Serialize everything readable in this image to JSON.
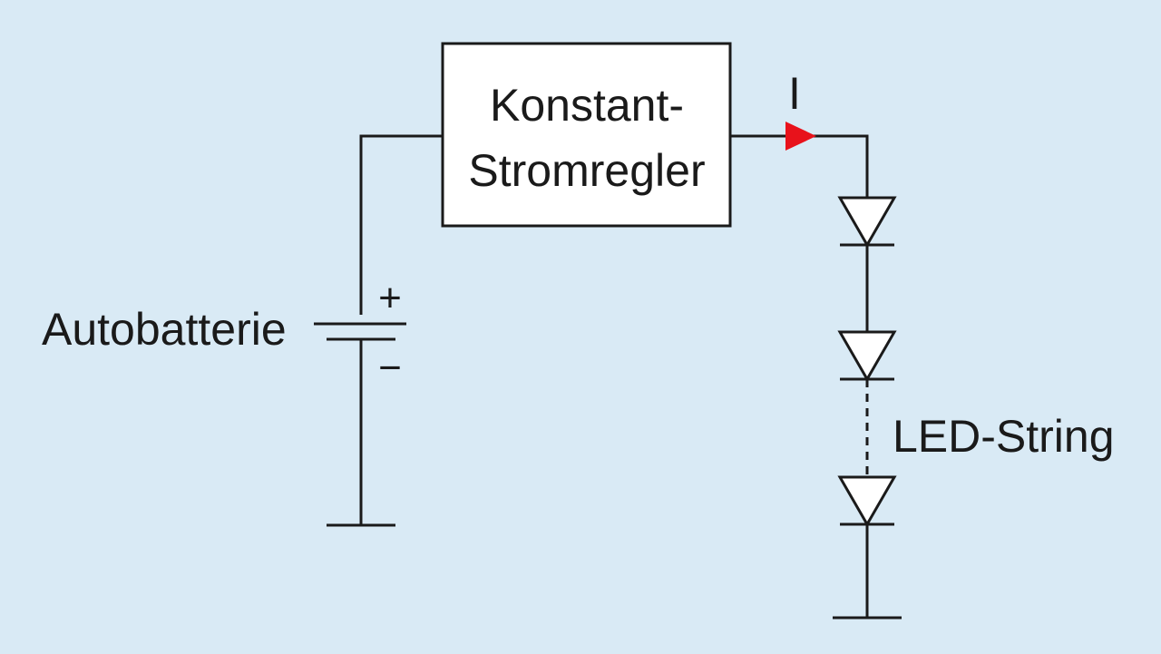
{
  "regulator": {
    "line1": "Konstant-",
    "line2": "Stromregler"
  },
  "current": {
    "label": "I"
  },
  "battery": {
    "label": "Autobatterie",
    "plus": "+",
    "minus": "−"
  },
  "led": {
    "label": "LED-String"
  },
  "colors": {
    "background": "#d9eaf5",
    "box_fill": "#ffffff",
    "lines": "#1a1a1a",
    "current_arrow": "#e8121b"
  }
}
